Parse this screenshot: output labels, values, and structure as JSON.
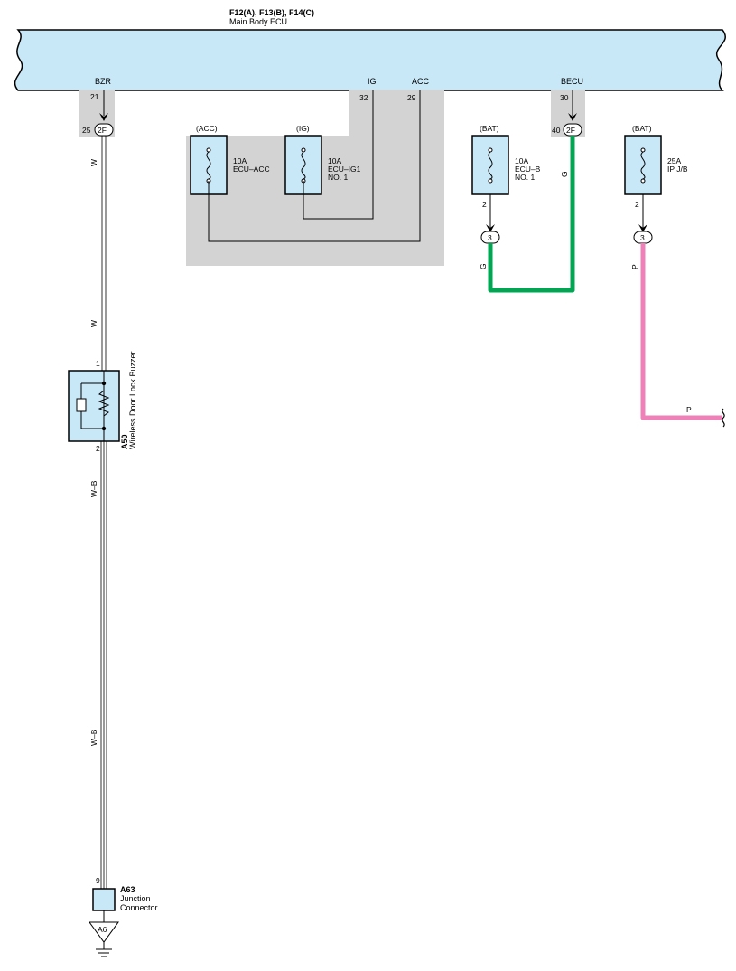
{
  "ecu": {
    "connectors": "F12(A), F13(B), F14(C)",
    "name": "Main Body ECU",
    "terminals": {
      "bzr": "BZR",
      "ig": "IG",
      "acc": "ACC",
      "becu": "BECU",
      "bzr_pin": "21",
      "ig_pin": "32",
      "acc_pin": "29",
      "becu_pin": "30"
    }
  },
  "junctions": {
    "bzr_pin": "25",
    "bzr_conn": "2F",
    "becu_pin": "40",
    "becu_conn": "2F",
    "ecub_conn": "3",
    "ipjb_conn": "3"
  },
  "fuses": {
    "acc": {
      "source": "(ACC)",
      "rating": "10A",
      "name": "ECU–ACC"
    },
    "ig1": {
      "source": "(IG)",
      "rating": "10A",
      "name": "ECU–IG1",
      "no": "NO. 1"
    },
    "ecub": {
      "source": "(BAT)",
      "rating": "10A",
      "name": "ECU–B",
      "no": "NO. 1",
      "pin": "2"
    },
    "ipjb": {
      "source": "(BAT)",
      "rating": "25A",
      "name": "IP J/B",
      "pin": "2"
    }
  },
  "wires": {
    "w": "W",
    "g": "G",
    "p": "P",
    "wb": "W–B",
    "colors": {
      "green": "#00a651",
      "pink": "#ee82b8",
      "highlight": "#c8e8f8",
      "shade": "#d3d3d3"
    }
  },
  "buzzer": {
    "code": "A50",
    "name": "Wireless Door Lock Buzzer",
    "pin1": "1",
    "pin2": "2"
  },
  "junction_connector": {
    "code": "A63",
    "line1": "Junction",
    "line2": "Connector",
    "pin": "9"
  },
  "ground": {
    "code": "A6"
  }
}
